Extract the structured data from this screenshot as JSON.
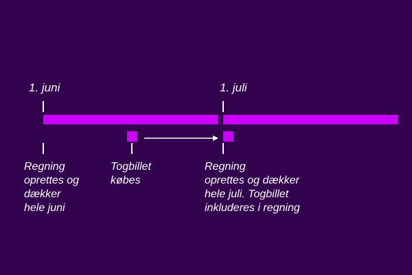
{
  "timeline": {
    "dates": {
      "june": "1. juni",
      "july": "1. juli"
    },
    "events": {
      "bill_june": "Regning\noprettes og\ndækker\nhele juni",
      "ticket_purchase": "Togbillet\nkøbes",
      "bill_july": "Regning\noprettes og dækker\nhele juli. Togbillet\ninkluderes i regning"
    },
    "colors": {
      "background": "#33024f",
      "bar": "#cc00ff",
      "text": "#ffffff"
    }
  }
}
